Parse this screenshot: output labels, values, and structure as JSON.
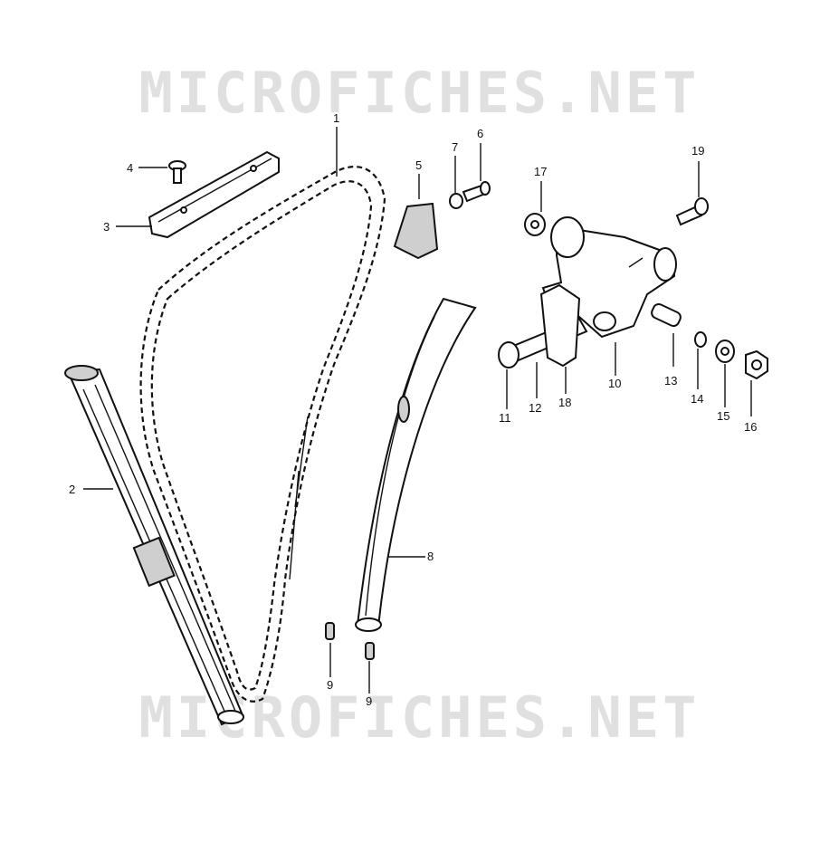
{
  "watermark": {
    "top": "MICROFICHES.NET",
    "bottom": "MICROFICHES.NET"
  },
  "labels": {
    "l1": "1",
    "l2": "2",
    "l3": "3",
    "l4": "4",
    "l5": "5",
    "l6": "6",
    "l7": "7",
    "l8": "8",
    "l9a": "9",
    "l9b": "9",
    "l10": "10",
    "l11": "11",
    "l12": "12",
    "l13": "13",
    "l14": "14",
    "l15": "15",
    "l16": "16",
    "l17": "17",
    "l18": "18",
    "l19": "19"
  }
}
